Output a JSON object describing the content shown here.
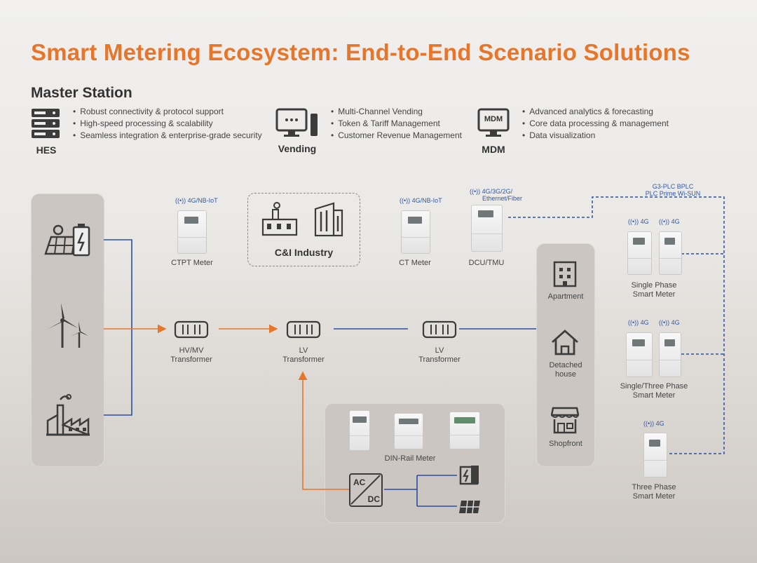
{
  "title": "Smart Metering Ecosystem: End-to-End Scenario Solutions",
  "master_station": {
    "heading": "Master Station",
    "hes": {
      "label": "HES",
      "bullets": [
        "Robust connectivity & protocol support",
        "High-speed processing & scalability",
        "Seamless integration & enterprise-grade security"
      ]
    },
    "vending": {
      "label": "Vending",
      "bullets": [
        "Multi-Channel Vending",
        "Token & Tariff Management",
        "Customer Revenue Management"
      ]
    },
    "mdm": {
      "label": "MDM",
      "icon_text": "MDM",
      "bullets": [
        "Advanced analytics & forecasting",
        "Core data processing & management",
        "Data visualization"
      ]
    }
  },
  "generation": {
    "icons": [
      "solar-battery-icon",
      "wind-turbine-icon",
      "factory-icon"
    ]
  },
  "transformers": {
    "hvmv": "HV/MV\nTransformer",
    "lv1": "LV\nTransformer",
    "lv2": "LV\nTransformer"
  },
  "ctpt": {
    "signal": "4G/NB-IoT",
    "label": "CTPT Meter"
  },
  "ci": {
    "label": "C&I Industry"
  },
  "ct": {
    "signal": "4G/NB-IoT",
    "label": "CT Meter"
  },
  "dcu": {
    "signal_line1": "4G/3G/2G/",
    "signal_line2": "Ethernet/Fiber",
    "label": "DCU/TMU"
  },
  "plc": {
    "line1": "G3-PLC BPLC",
    "line2": "PLC Prime Wi-SUN"
  },
  "consumers": {
    "apartment": "Apartment",
    "detached_line1": "Detached",
    "detached_line2": "house",
    "shopfront": "Shopfront"
  },
  "din": {
    "label": "DIN-Rail Meter",
    "ac": "AC",
    "dc": "DC"
  },
  "smart_meters": {
    "signal": "4G",
    "single_phase": "Single Phase\nSmart Meter",
    "single_three": "Single/Three Phase\nSmart Meter",
    "three_phase": "Three Phase\nSmart Meter"
  },
  "colors": {
    "accent": "#e8762a",
    "blue": "#2a4ea3",
    "panel": "#cbc6c1"
  }
}
